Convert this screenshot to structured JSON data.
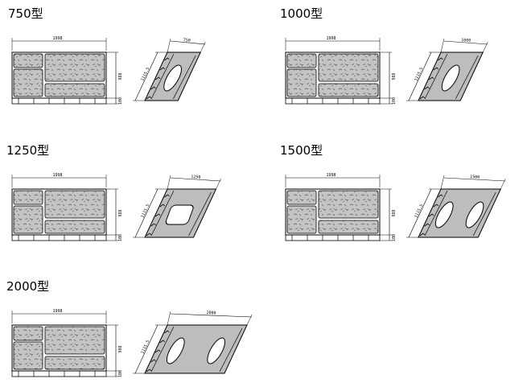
{
  "models": [
    {
      "title": "750型",
      "front_width_label": "1998",
      "front_height_label": "988",
      "front_base_label": "100",
      "side_height_label": "1115.5",
      "side_length_label": "750"
    },
    {
      "title": "1000型",
      "front_width_label": "1998",
      "front_height_label": "988",
      "front_base_label": "100",
      "side_height_label": "1115.5",
      "side_length_label": "1000"
    },
    {
      "title": "1250型",
      "front_width_label": "1998",
      "front_height_label": "988",
      "front_base_label": "100",
      "side_height_label": "1115.5",
      "side_length_label": "1250"
    },
    {
      "title": "1500型",
      "front_width_label": "1998",
      "front_height_label": "988",
      "front_base_label": "100",
      "side_height_label": "1115.5",
      "side_length_label": "1500"
    },
    {
      "title": "2000型",
      "front_width_label": "1998",
      "front_height_label": "988",
      "front_base_label": "100",
      "side_height_label": "1115.5",
      "side_length_label": "2000"
    }
  ],
  "colors": {
    "line": "#000000",
    "stone_fill": "#c4c4c4",
    "slab_fill": "#bdbdbd",
    "background": "#ffffff"
  }
}
